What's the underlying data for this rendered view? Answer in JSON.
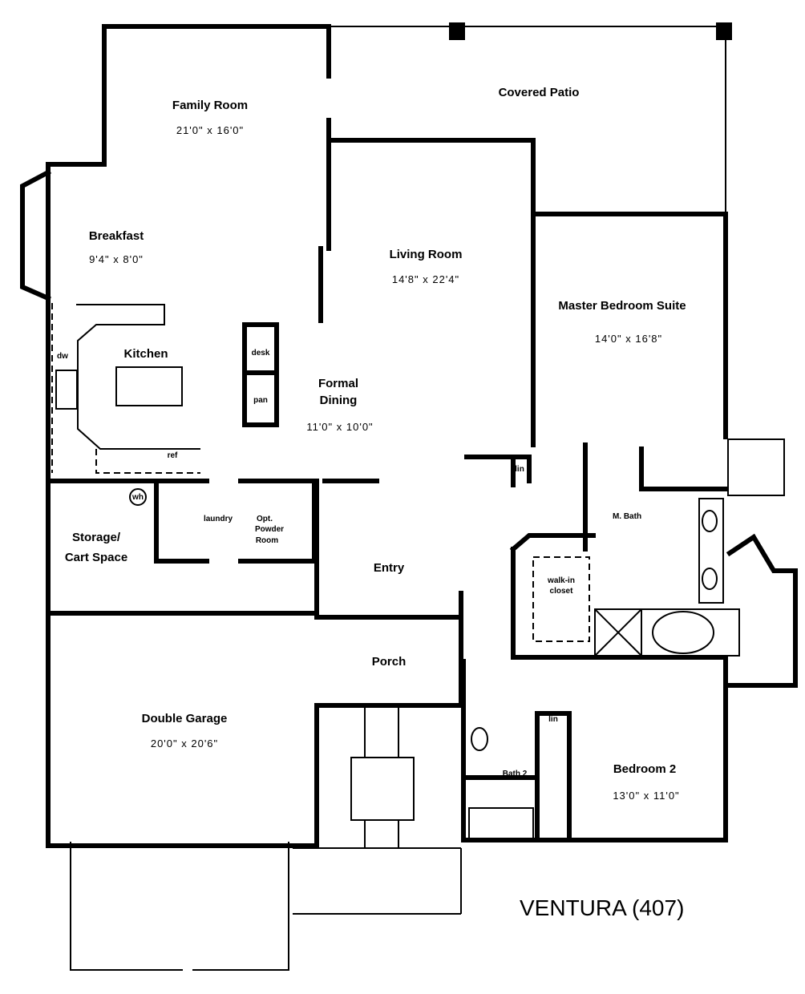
{
  "title": "VENTURA (407)",
  "rooms": {
    "family": {
      "name": "Family Room",
      "dims": "21'0\" x 16'0\""
    },
    "patio": {
      "name": "Covered Patio"
    },
    "breakfast": {
      "name": "Breakfast",
      "dims": "9'4\" x 8'0\""
    },
    "living": {
      "name": "Living Room",
      "dims": "14'8\" x 22'4\""
    },
    "master": {
      "name": "Master Bedroom Suite",
      "dims": "14'0\" x 16'8\""
    },
    "kitchen": {
      "name": "Kitchen"
    },
    "dining": {
      "name1": "Formal",
      "name2": "Dining",
      "dims": "11'0\" x 10'0\""
    },
    "storage": {
      "name1": "Storage/",
      "name2": "Cart Space"
    },
    "entry": {
      "name": "Entry"
    },
    "porch": {
      "name": "Porch"
    },
    "garage": {
      "name": "Double Garage",
      "dims": "20'0\" x 20'6\""
    },
    "bedroom2": {
      "name": "Bedroom 2",
      "dims": "13'0\" x 11'0\""
    }
  },
  "fixtures": {
    "dw": "dw",
    "ref": "ref",
    "desk": "desk",
    "pan": "pan",
    "wh": "wh",
    "laundry": "laundry",
    "powder1": "Opt.",
    "powder2": "Powder",
    "powder3": "Room",
    "lin1": "lin",
    "lin2": "lin",
    "mbath": "M. Bath",
    "closet1": "walk-in",
    "closet2": "closet",
    "bath2": "Bath 2"
  }
}
